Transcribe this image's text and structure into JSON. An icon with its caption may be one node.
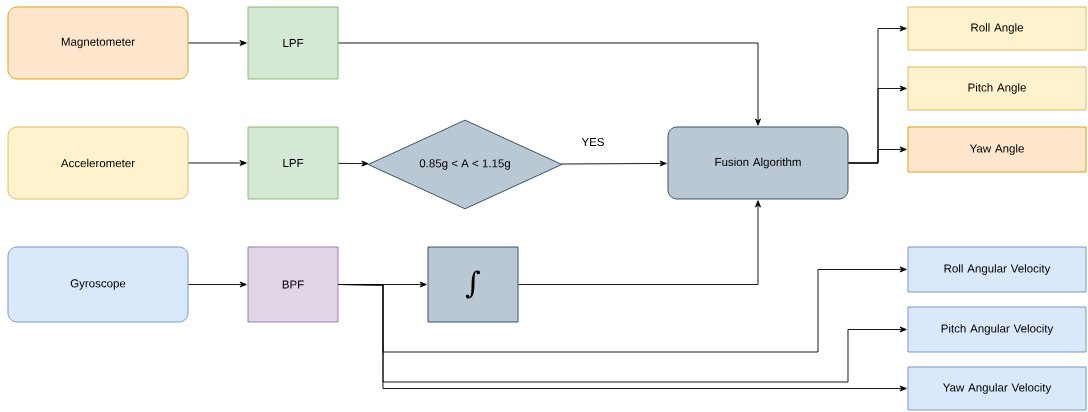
{
  "diagram": {
    "nodes": [
      {
        "text": [
          "Magnetometer"
        ]
      },
      {
        "text": [
          "LPF"
        ]
      },
      {
        "text": [
          "Accelerometer"
        ]
      },
      {
        "text": [
          "LPF"
        ]
      },
      {
        "text": [
          "0.85g < A < 1.15g"
        ]
      },
      {
        "text": [
          "Fusion Algorithm"
        ]
      },
      {
        "text": [
          "Gyroscope"
        ]
      },
      {
        "text": [
          "BPF"
        ]
      },
      {
        "text": [
          "∫"
        ]
      },
      {
        "text": [
          "Roll Angle"
        ]
      },
      {
        "text": [
          "Pitch Angle"
        ]
      },
      {
        "text": [
          "Yaw Angle"
        ]
      },
      {
        "text": [
          "Roll Angular Velocity"
        ]
      },
      {
        "text": [
          "Pitch Angular Velocity"
        ]
      },
      {
        "text": [
          "Yaw Angular Velocity"
        ]
      }
    ],
    "edges": [
      {
        "from": 0,
        "to": 1,
        "arrow": "to"
      },
      {
        "from": 1,
        "to": 5,
        "arrow": "to"
      },
      {
        "from": 2,
        "to": 3,
        "arrow": "to"
      },
      {
        "from": 3,
        "to": 4,
        "arrow": "to"
      },
      {
        "from": 4,
        "to": 5,
        "arrow": "to",
        "label": "YES"
      },
      {
        "from": 6,
        "to": 7,
        "arrow": "to"
      },
      {
        "from": 7,
        "to": 8,
        "arrow": "to"
      },
      {
        "from": 8,
        "to": 5,
        "arrow": "to"
      },
      {
        "from": 5,
        "to": 9,
        "arrow": "to"
      },
      {
        "from": 5,
        "to": 10,
        "arrow": "to"
      },
      {
        "from": 5,
        "to": 11,
        "arrow": "to"
      },
      {
        "from": 7,
        "to": 12,
        "arrow": "to"
      },
      {
        "from": 7,
        "to": 13,
        "arrow": "to"
      },
      {
        "from": 7,
        "to": 14,
        "arrow": "to"
      }
    ]
  }
}
